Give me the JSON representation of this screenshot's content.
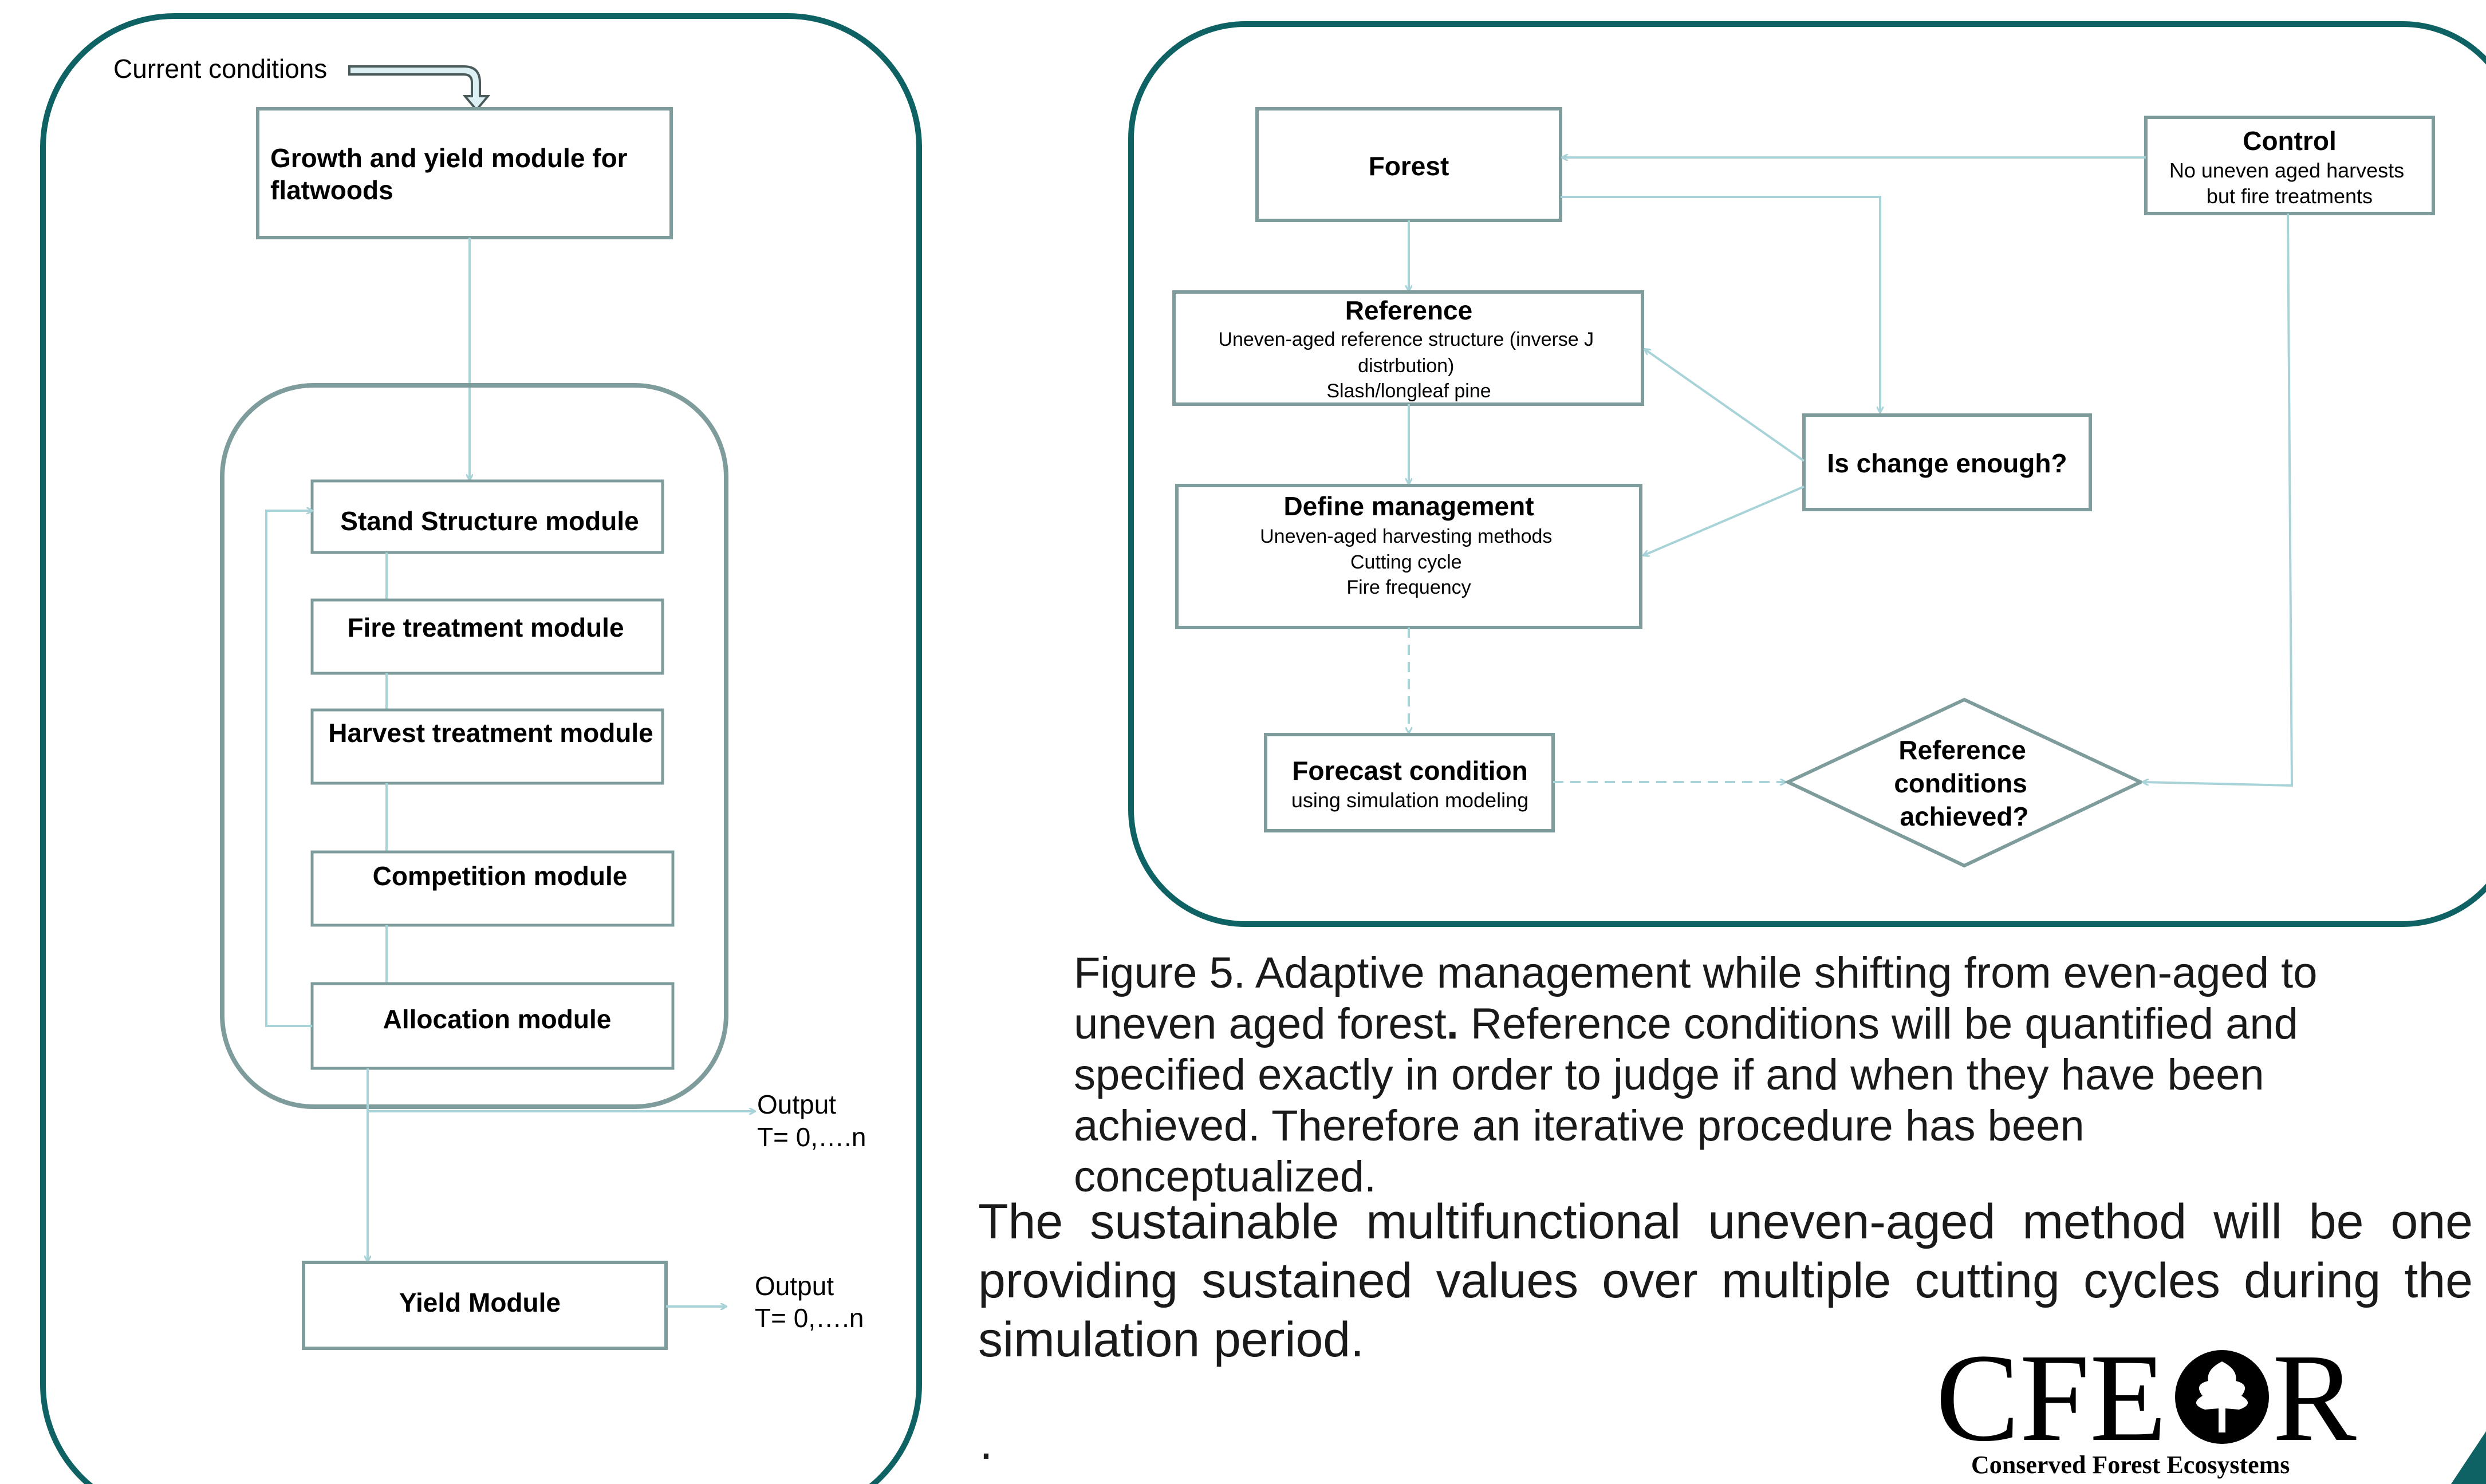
{
  "colors": {
    "frame": "#0e6263",
    "inner_frame": "#7f9c9c",
    "box_border": "#7f9c9c",
    "arrow": "#a8d3d8",
    "text": "#000000"
  },
  "left_diagram": {
    "current_conditions": "Current conditions",
    "growth_box": [
      "Growth and yield module for",
      "flatwoods"
    ],
    "modules": {
      "stand_structure": "Stand Structure module",
      "fire_treatment": "Fire treatment module",
      "harvest_treatment": "Harvest treatment module",
      "competition": "Competition module",
      "allocation": "Allocation module"
    },
    "output_1": [
      "Output",
      "T= 0,….n"
    ],
    "yield_module": "Yield Module",
    "output_2": [
      "Output",
      "T= 0,….n"
    ]
  },
  "right_diagram": {
    "forest": "Forest",
    "control": {
      "title": "Control",
      "lines": [
        "No uneven aged harvests",
        "but fire treatments"
      ]
    },
    "reference": {
      "title": "Reference",
      "lines": [
        "Uneven-aged reference structure (inverse J",
        "distrbution)",
        "Slash/longleaf pine"
      ]
    },
    "is_change": "Is change enough?",
    "define_management": {
      "title": "Define management",
      "lines": [
        "Uneven-aged harvesting methods",
        "Cutting cycle",
        "Fire frequency"
      ]
    },
    "forecast": {
      "title": "Forecast condition",
      "sub": "using simulation modeling"
    },
    "reference_achieved": [
      "Reference",
      "conditions",
      "achieved?"
    ]
  },
  "caption": {
    "lead": "Figure 5. Adaptive management while shifting from even-aged to uneven aged forest",
    "bold_period": ".",
    "rest": "  Reference conditions will be quantified and specified exactly in order to judge if and when they have been achieved. Therefore an iterative procedure has been conceptualized."
  },
  "paragraph": "The sustainable multifunctional uneven-aged method will be one providing sustained values over multiple cutting cycles during the simulation period.",
  "trailing_dot": ".",
  "logo": {
    "wordmark_left": "CFE",
    "wordmark_right": "R",
    "subtitle": "Conserved Forest Ecosystems"
  }
}
